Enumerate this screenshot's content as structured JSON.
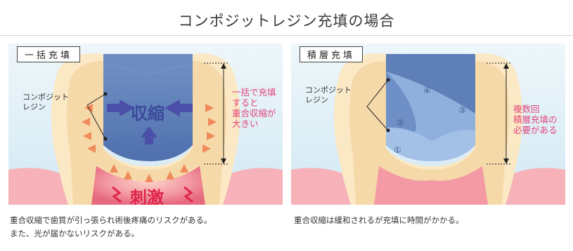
{
  "title": "コンポジットレジン充填の場合",
  "left_panel": {
    "label": "一括充填",
    "material": [
      "コンポジット",
      "レジン"
    ],
    "center_word": "収縮",
    "bottom_word": "刺激",
    "note": [
      "一括で充填",
      "すると",
      "重合収縮が",
      "大きい"
    ]
  },
  "right_panel": {
    "label": "積層充填",
    "material": [
      "コンポジット",
      "レジン"
    ],
    "layers": [
      "①",
      "②",
      "③",
      "④"
    ],
    "note": [
      "複数回",
      "積層充填の",
      "必要がある"
    ]
  },
  "captions": {
    "left": [
      "重合収縮で歯質が引っ張られ術後疼痛のリスクがある。",
      "また、光が届かないリスクがある。"
    ],
    "right": [
      "重合収縮は緩和されるが充填に時間がかかる。"
    ]
  },
  "colors": {
    "pink_text": "#e2457a",
    "resin_blue": "#5e7fb6",
    "background_blue": "#cfe6f2",
    "arrow_orange": "#f08a5a",
    "pulp_pink": "#f08a98"
  }
}
